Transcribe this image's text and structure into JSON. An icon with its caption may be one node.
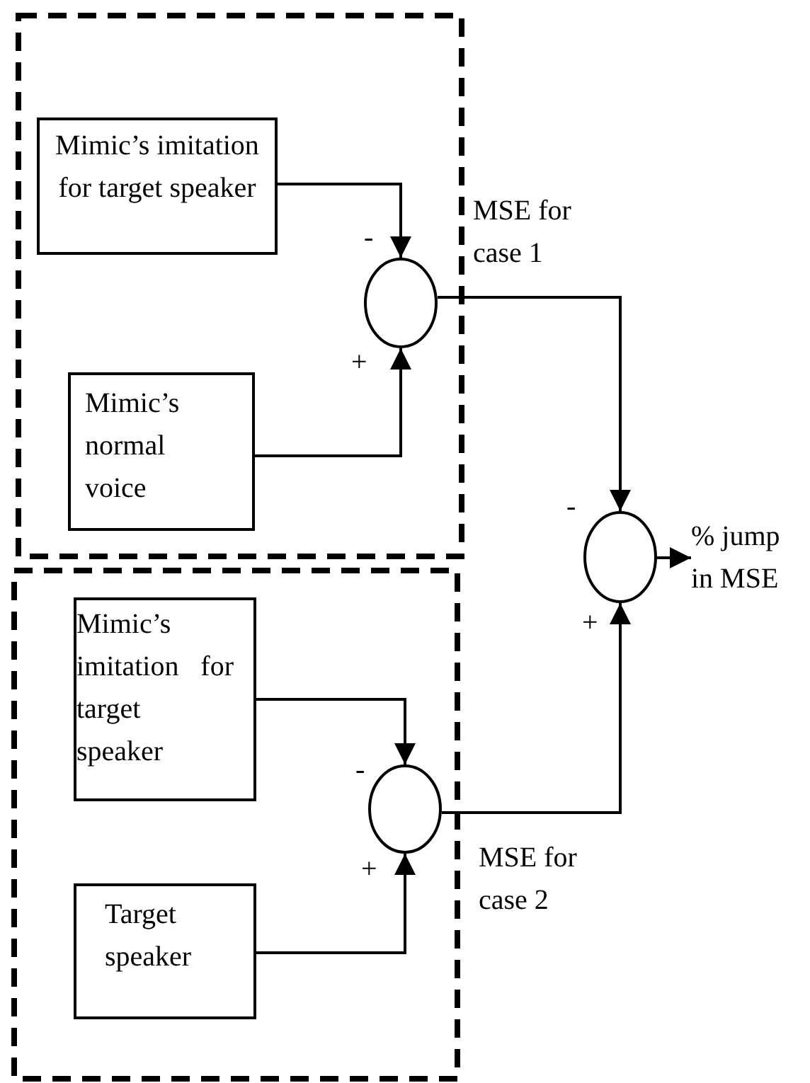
{
  "diagram": {
    "nodes": [
      {
        "text": [],
        "shape": "box"
      },
      {
        "text": [
          "Mimic’s imitation for target speaker"
        ],
        "in": 0
      },
      {
        "text": [
          "Mimic’s normal voice"
        ],
        "in": 0
      },
      {
        "text": [],
        "shape": "circle",
        "in": 0
      },
      {
        "text": [],
        "shape": "box"
      },
      {
        "text": [
          "Mimic’s imitation for target speaker"
        ],
        "in": 4
      },
      {
        "text": [
          "Target speaker"
        ],
        "in": 4
      },
      {
        "text": [],
        "shape": "circle",
        "in": 4
      },
      {
        "text": [],
        "shape": "circle"
      },
      {
        "text": [
          "% jump in MSE"
        ]
      }
    ],
    "edges": [
      {
        "from": 1,
        "to": 3,
        "arrow": "to"
      },
      {
        "from": 2,
        "to": 3,
        "arrow": "to"
      },
      {
        "from": 3,
        "to": 8,
        "arrow": "to",
        "label": "MSE for case 1"
      },
      {
        "from": 5,
        "to": 7,
        "arrow": "to"
      },
      {
        "from": 6,
        "to": 7,
        "arrow": "to"
      },
      {
        "from": 7,
        "to": 8,
        "arrow": "to",
        "label": "MSE for case 2"
      },
      {
        "from": 8,
        "to": 9,
        "arrow": "to"
      }
    ],
    "labels": [
      "-",
      "+",
      "-",
      "+",
      "-",
      "+"
    ]
  }
}
